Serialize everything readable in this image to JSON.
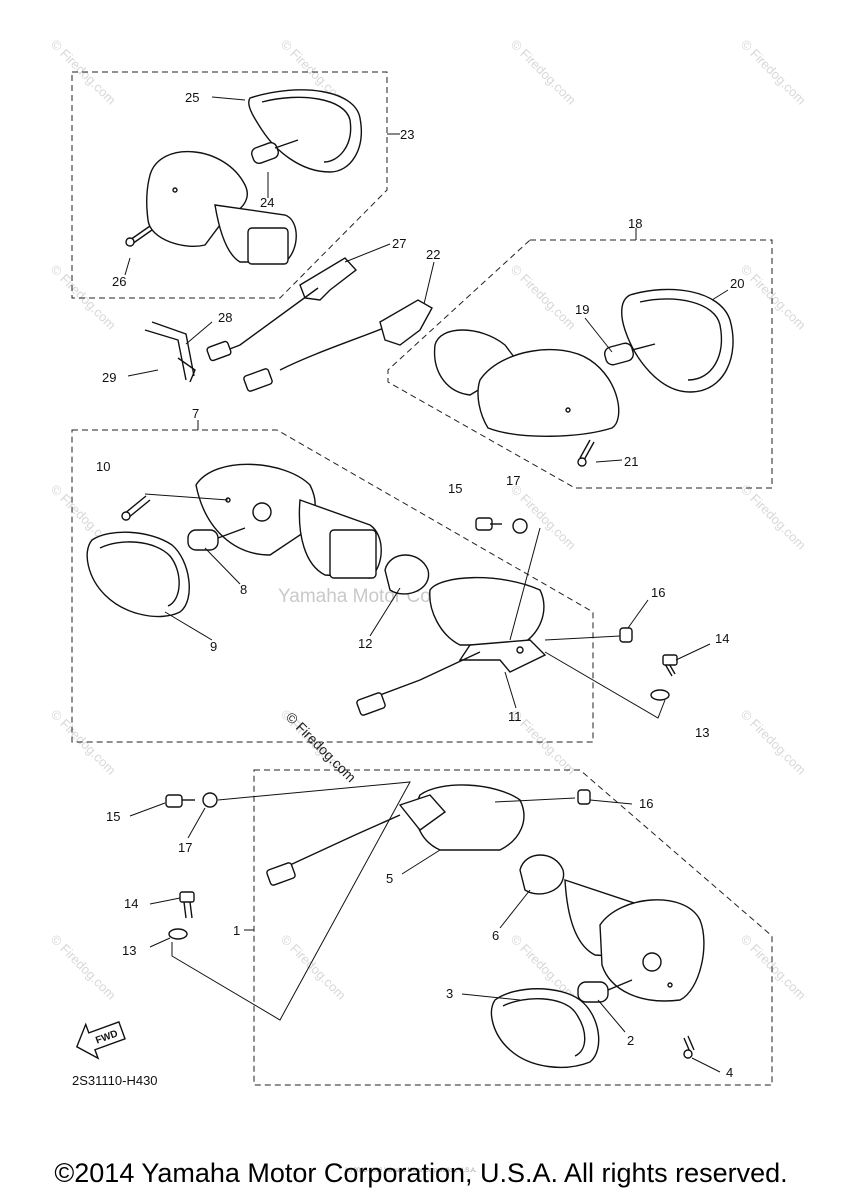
{
  "diagram": {
    "callouts": [
      {
        "id": "c1",
        "text": "1"
      },
      {
        "id": "c2",
        "text": "2"
      },
      {
        "id": "c3",
        "text": "3"
      },
      {
        "id": "c4",
        "text": "4"
      },
      {
        "id": "c5",
        "text": "5"
      },
      {
        "id": "c6",
        "text": "6"
      },
      {
        "id": "c7",
        "text": "7"
      },
      {
        "id": "c8",
        "text": "8"
      },
      {
        "id": "c9",
        "text": "9"
      },
      {
        "id": "c10",
        "text": "10"
      },
      {
        "id": "c11",
        "text": "11"
      },
      {
        "id": "c12",
        "text": "12"
      },
      {
        "id": "c13a",
        "text": "13"
      },
      {
        "id": "c13b",
        "text": "13"
      },
      {
        "id": "c14a",
        "text": "14"
      },
      {
        "id": "c14b",
        "text": "14"
      },
      {
        "id": "c15a",
        "text": "15"
      },
      {
        "id": "c15b",
        "text": "15"
      },
      {
        "id": "c16a",
        "text": "16"
      },
      {
        "id": "c16b",
        "text": "16"
      },
      {
        "id": "c17a",
        "text": "17"
      },
      {
        "id": "c17b",
        "text": "17"
      },
      {
        "id": "c18",
        "text": "18"
      },
      {
        "id": "c19",
        "text": "19"
      },
      {
        "id": "c20",
        "text": "20"
      },
      {
        "id": "c21",
        "text": "21"
      },
      {
        "id": "c22",
        "text": "22"
      },
      {
        "id": "c23",
        "text": "23"
      },
      {
        "id": "c24",
        "text": "24"
      },
      {
        "id": "c25",
        "text": "25"
      },
      {
        "id": "c26",
        "text": "26"
      },
      {
        "id": "c27",
        "text": "27"
      },
      {
        "id": "c28",
        "text": "28"
      },
      {
        "id": "c29",
        "text": "29"
      }
    ],
    "diagram_code": "2S31110-H430",
    "fwd_label": "FWD",
    "watermark_center": "Yamaha Motor Corp., U.S.A.",
    "watermark_firedog": "© Firedog.com",
    "watermark_tile": "© Firedog.com",
    "tiny_notice": "(c) 2005-2016 Yamaha Motor Corporation, U.S.A."
  },
  "footer": {
    "copyright": "©2014 Yamaha Motor Corporation, U.S.A. All rights reserved."
  },
  "colors": {
    "line": "#111111",
    "watermark": "#d8d8d8",
    "background": "#ffffff"
  }
}
